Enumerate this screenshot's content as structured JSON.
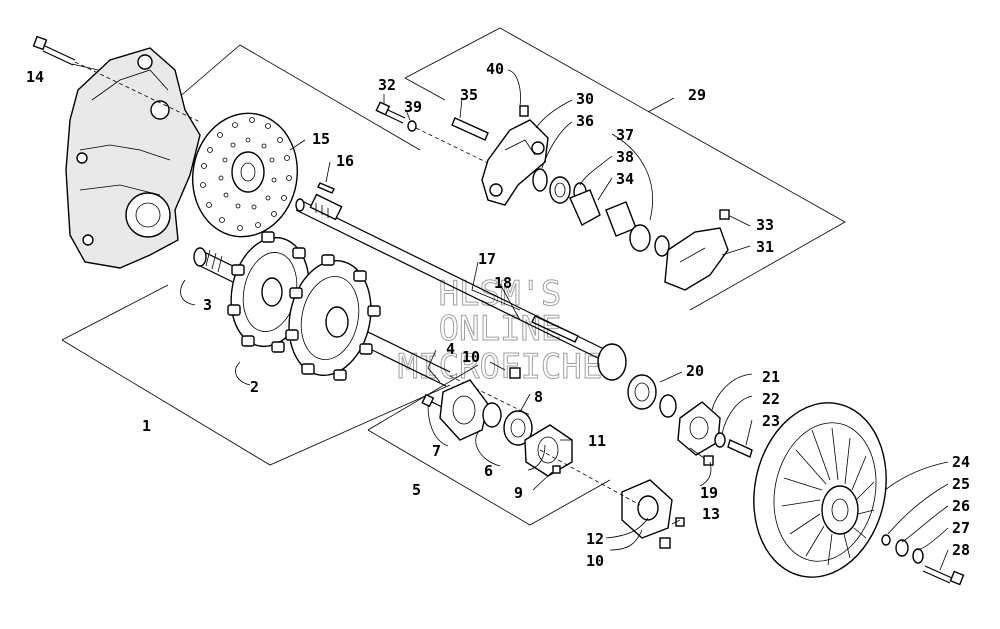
{
  "watermark": {
    "line1": "HLSM'S",
    "line2": "ONLINE",
    "line3": "MICROFICHE"
  },
  "callouts": [
    {
      "id": "p1",
      "label": "1"
    },
    {
      "id": "p2",
      "label": "2"
    },
    {
      "id": "p3",
      "label": "3"
    },
    {
      "id": "p4",
      "label": "4"
    },
    {
      "id": "p5",
      "label": "5"
    },
    {
      "id": "p6",
      "label": "6"
    },
    {
      "id": "p7",
      "label": "7"
    },
    {
      "id": "p8",
      "label": "8"
    },
    {
      "id": "p9",
      "label": "9"
    },
    {
      "id": "p10a",
      "label": "10"
    },
    {
      "id": "p10b",
      "label": "10"
    },
    {
      "id": "p11",
      "label": "11"
    },
    {
      "id": "p12",
      "label": "12"
    },
    {
      "id": "p13",
      "label": "13"
    },
    {
      "id": "p14",
      "label": "14"
    },
    {
      "id": "p15",
      "label": "15"
    },
    {
      "id": "p16",
      "label": "16"
    },
    {
      "id": "p17",
      "label": "17"
    },
    {
      "id": "p18",
      "label": "18"
    },
    {
      "id": "p19",
      "label": "19"
    },
    {
      "id": "p20",
      "label": "20"
    },
    {
      "id": "p21",
      "label": "21"
    },
    {
      "id": "p22",
      "label": "22"
    },
    {
      "id": "p23",
      "label": "23"
    },
    {
      "id": "p24",
      "label": "24"
    },
    {
      "id": "p25",
      "label": "25"
    },
    {
      "id": "p26",
      "label": "26"
    },
    {
      "id": "p27",
      "label": "27"
    },
    {
      "id": "p28",
      "label": "28"
    },
    {
      "id": "p29",
      "label": "29"
    },
    {
      "id": "p30",
      "label": "30"
    },
    {
      "id": "p31",
      "label": "31"
    },
    {
      "id": "p32",
      "label": "32"
    },
    {
      "id": "p33",
      "label": "33"
    },
    {
      "id": "p34",
      "label": "34"
    },
    {
      "id": "p35",
      "label": "35"
    },
    {
      "id": "p36",
      "label": "36"
    },
    {
      "id": "p37",
      "label": "37"
    },
    {
      "id": "p38",
      "label": "38"
    },
    {
      "id": "p39",
      "label": "39"
    },
    {
      "id": "p40",
      "label": "40"
    }
  ]
}
